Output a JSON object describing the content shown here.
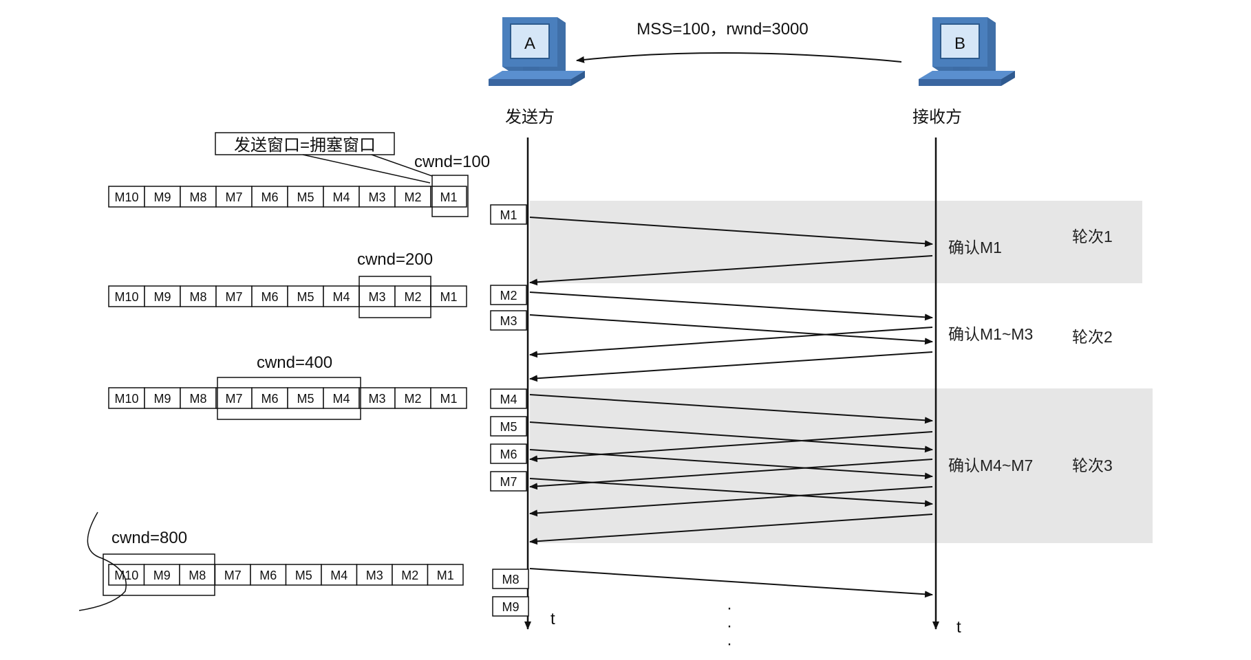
{
  "header": {
    "sender_letter": "A",
    "receiver_letter": "B",
    "sender_label": "发送方",
    "receiver_label": "接收方",
    "params": "MSS=100，rwnd=3000"
  },
  "callout": "发送窗口=拥塞窗口",
  "time_label": "t",
  "colors": {
    "shade": "#e6e6e6",
    "computer_blue": "#4a7fbd",
    "screen": "#d5e6f7",
    "line": "#111111"
  },
  "icons": {
    "computer": "computer-icon"
  },
  "buffers": [
    {
      "cwnd": "cwnd=100",
      "segments": [
        "M10",
        "M9",
        "M8",
        "M7",
        "M6",
        "M5",
        "M4",
        "M3",
        "M2",
        "M1"
      ]
    },
    {
      "cwnd": "cwnd=200",
      "segments": [
        "M10",
        "M9",
        "M8",
        "M7",
        "M6",
        "M5",
        "M4",
        "M3",
        "M2",
        "M1"
      ]
    },
    {
      "cwnd": "cwnd=400",
      "segments": [
        "M10",
        "M9",
        "M8",
        "M7",
        "M6",
        "M5",
        "M4",
        "M3",
        "M2",
        "M1"
      ]
    },
    {
      "cwnd": "cwnd=800",
      "segments": [
        "M10",
        "M9",
        "M8",
        "M7",
        "M6",
        "M5",
        "M4",
        "M3",
        "M2",
        "M1"
      ]
    }
  ],
  "packets": [
    "M1",
    "M2",
    "M3",
    "M4",
    "M5",
    "M6",
    "M7",
    "M8",
    "M9"
  ],
  "acks": [
    "确认M1",
    "确认M1~M3",
    "确认M4~M7"
  ],
  "rounds": [
    "轮次1",
    "轮次2",
    "轮次3"
  ],
  "ellipsis": "·"
}
